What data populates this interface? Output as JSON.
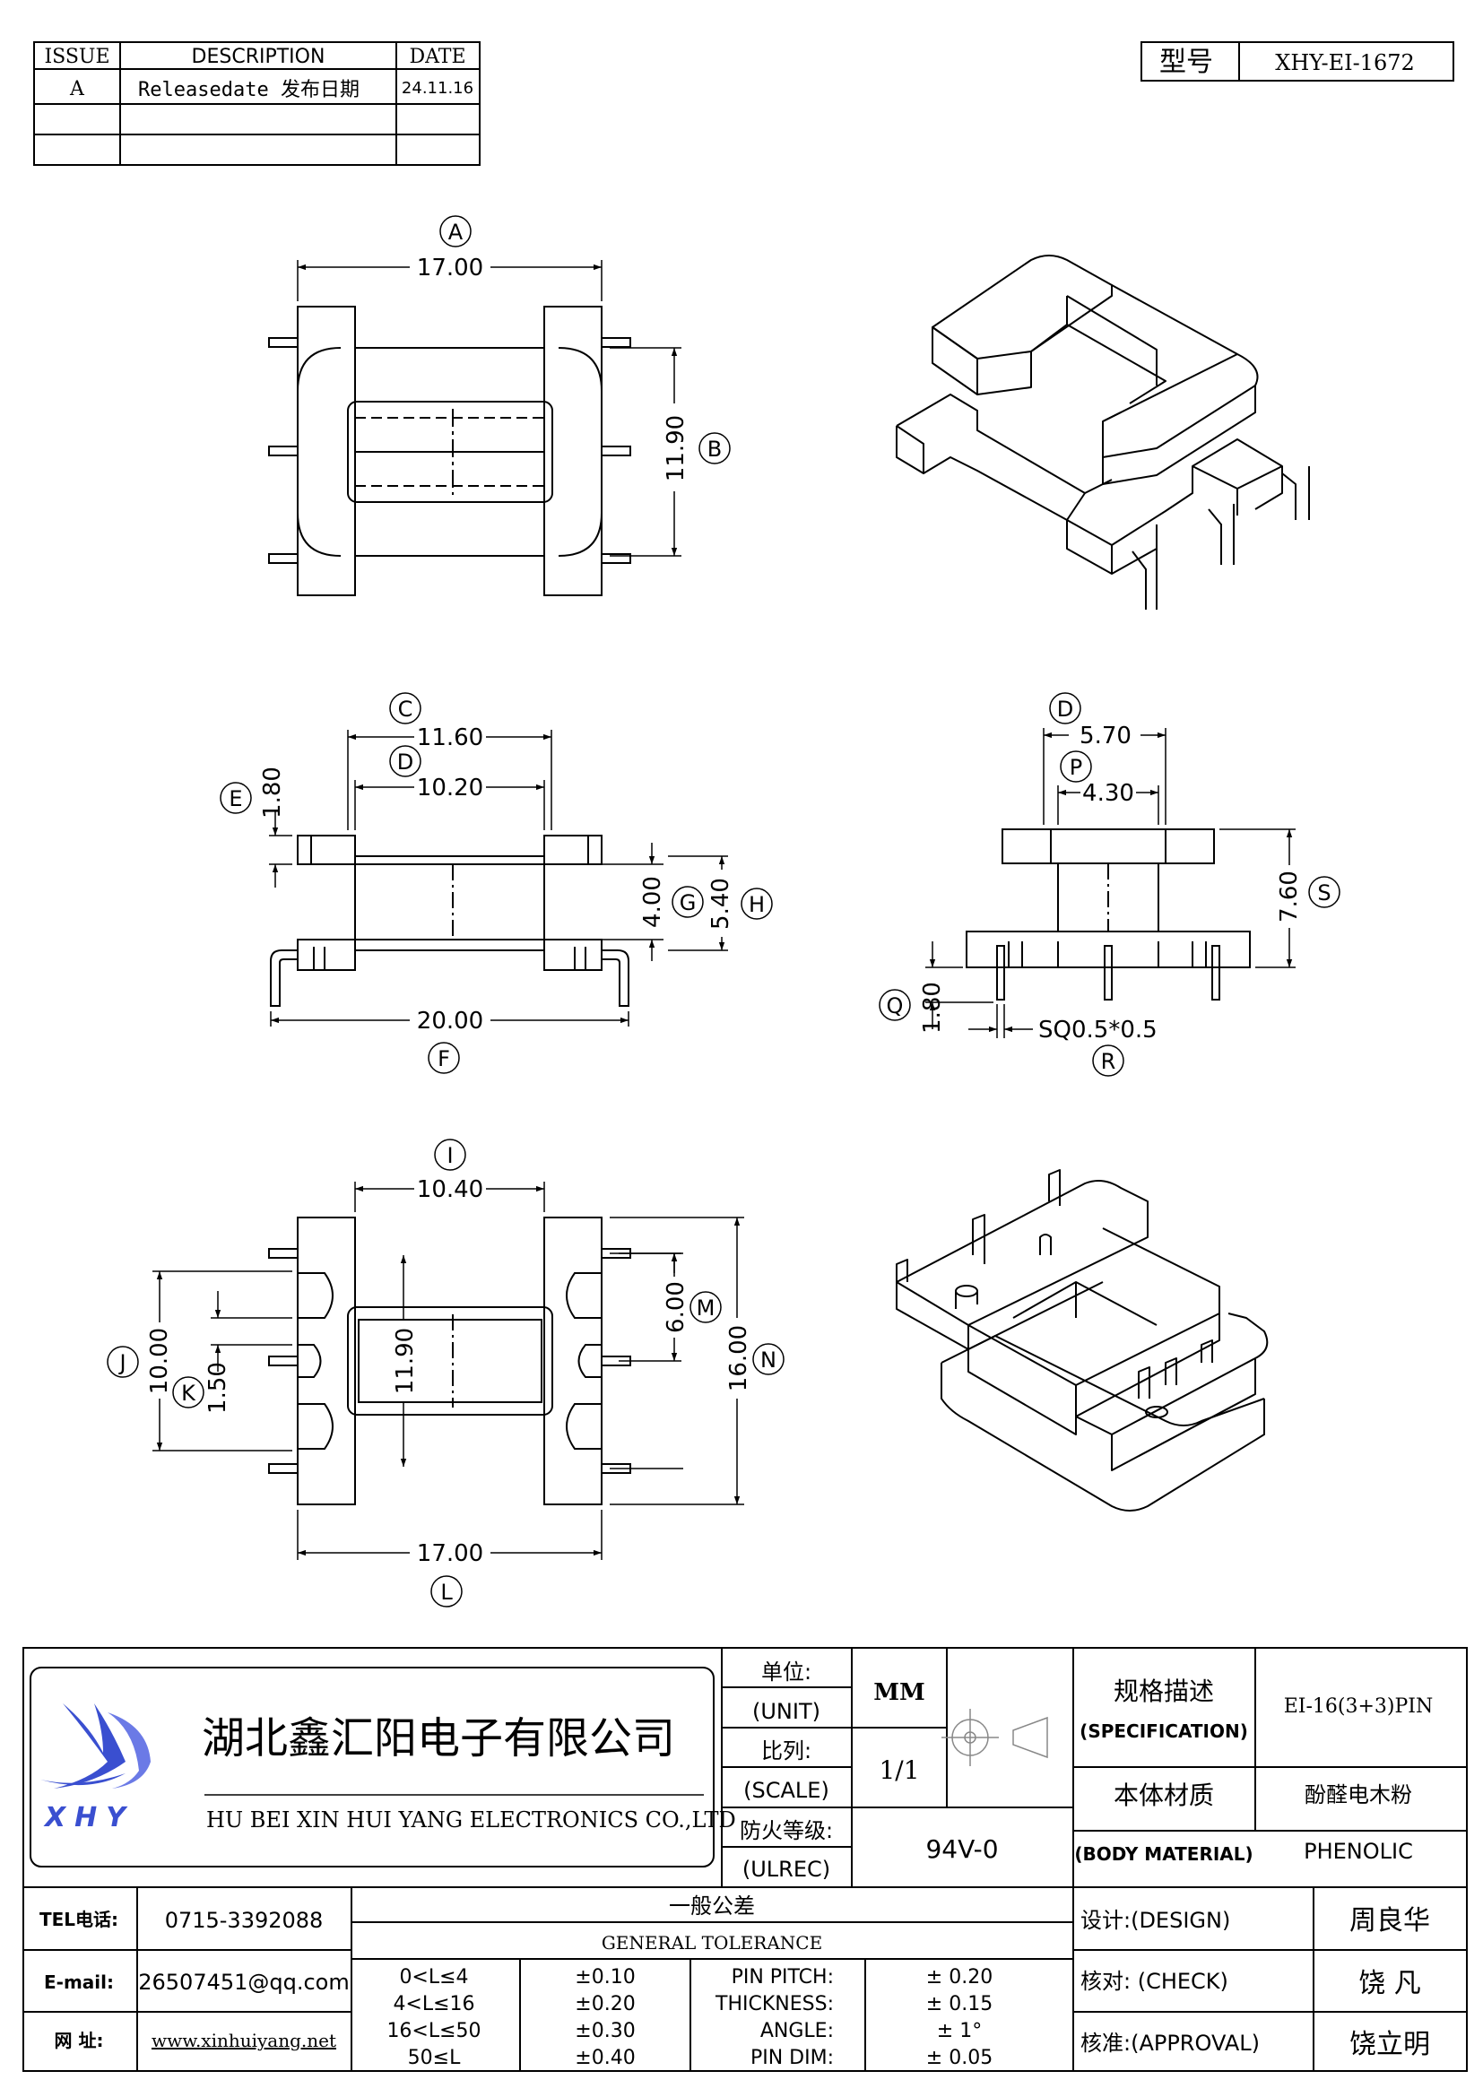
{
  "revision_table": {
    "headers": [
      "ISSUE",
      "DESCRIPTION",
      "DATE"
    ],
    "rows": [
      [
        "A",
        "Releasedate 发布日期",
        "24.11.16"
      ]
    ]
  },
  "model_box": {
    "label": "型号",
    "value": "XHY-EI-1672"
  },
  "top_view": {
    "A": {
      "bubble": "A",
      "value": "17.00"
    },
    "B": {
      "bubble": "B",
      "value": "11.90"
    }
  },
  "front_view": {
    "C": {
      "bubble": "C",
      "value": "11.60"
    },
    "D": {
      "bubble": "D",
      "value": "10.20"
    },
    "E": {
      "bubble": "E",
      "value": "1.80"
    },
    "G": {
      "bubble": "G",
      "value": "4.00"
    },
    "H": {
      "bubble": "H",
      "value": "5.40"
    },
    "F": {
      "bubble": "F",
      "value": "20.00"
    }
  },
  "side_view": {
    "D": {
      "bubble": "D",
      "value": "5.70"
    },
    "P": {
      "bubble": "P",
      "value": "4.30"
    },
    "S": {
      "bubble": "S",
      "value": "7.60"
    },
    "Q": {
      "bubble": "Q",
      "value": "1.80"
    },
    "R": {
      "bubble": "R",
      "value": "SQ0.5*0.5"
    }
  },
  "bottom_view": {
    "I": {
      "bubble": "I",
      "value": "10.40"
    },
    "M": {
      "bubble": "M",
      "value": "6.00"
    },
    "N": {
      "bubble": "N",
      "value": "16.00"
    },
    "J": {
      "bubble": "J",
      "value": "10.00"
    },
    "K": {
      "bubble": "K",
      "value": "1.50"
    },
    "inner": {
      "value": "11.90"
    },
    "L": {
      "bubble": "L",
      "value": "17.00"
    }
  },
  "title_block": {
    "company_cn": "湖北鑫汇阳电子有限公司",
    "company_en": "HU BEI XIN HUI YANG ELECTRONICS CO.,LTD",
    "logo_text": "XHY",
    "unit_cn": "单位:",
    "unit_en": "(UNIT)",
    "unit_value": "MM",
    "scale_cn": "比列:",
    "scale_en": "(SCALE)",
    "scale_value": "1/1",
    "fire_cn": "防火等级:",
    "fire_en": "(ULREC)",
    "fire_value": "94V-0",
    "spec_cn": "规格描述",
    "spec_en": "(SPECIFICATION)",
    "spec_value": "EI-16(3+3)PIN",
    "material_cn": "本体材质",
    "material_en": "(BODY MATERIAL)",
    "material_value_cn": "酚醛电木粉",
    "material_value_en": "PHENOLIC",
    "tel_label": "TEL电话:",
    "tel_value": "0715-3392088",
    "email_label": "E-mail:",
    "email_value": "26507451@qq.com",
    "web_label": "网  址:",
    "web_value": "www.xinhuiyang.net",
    "tol_cn": "一般公差",
    "tol_en": "GENERAL TOLERANCE",
    "tol_ranges": [
      "0<L≤4",
      "4<L≤16",
      "16<L≤50",
      "50≤L"
    ],
    "tol_values": [
      "±0.10",
      "±0.20",
      "±0.30",
      "±0.40"
    ],
    "tol_items": [
      "PIN PITCH:",
      "THICKNESS:",
      "ANGLE:",
      "PIN DIM:"
    ],
    "tol_item_values": [
      "± 0.20",
      "± 0.15",
      "± 1°",
      "± 0.05"
    ],
    "design_label": "设计:(DESIGN)",
    "design_name": "周良华",
    "check_label": "核对: (CHECK)",
    "check_name": "饶  凡",
    "approval_label": "核准:(APPROVAL)",
    "approval_name": "饶立明"
  }
}
